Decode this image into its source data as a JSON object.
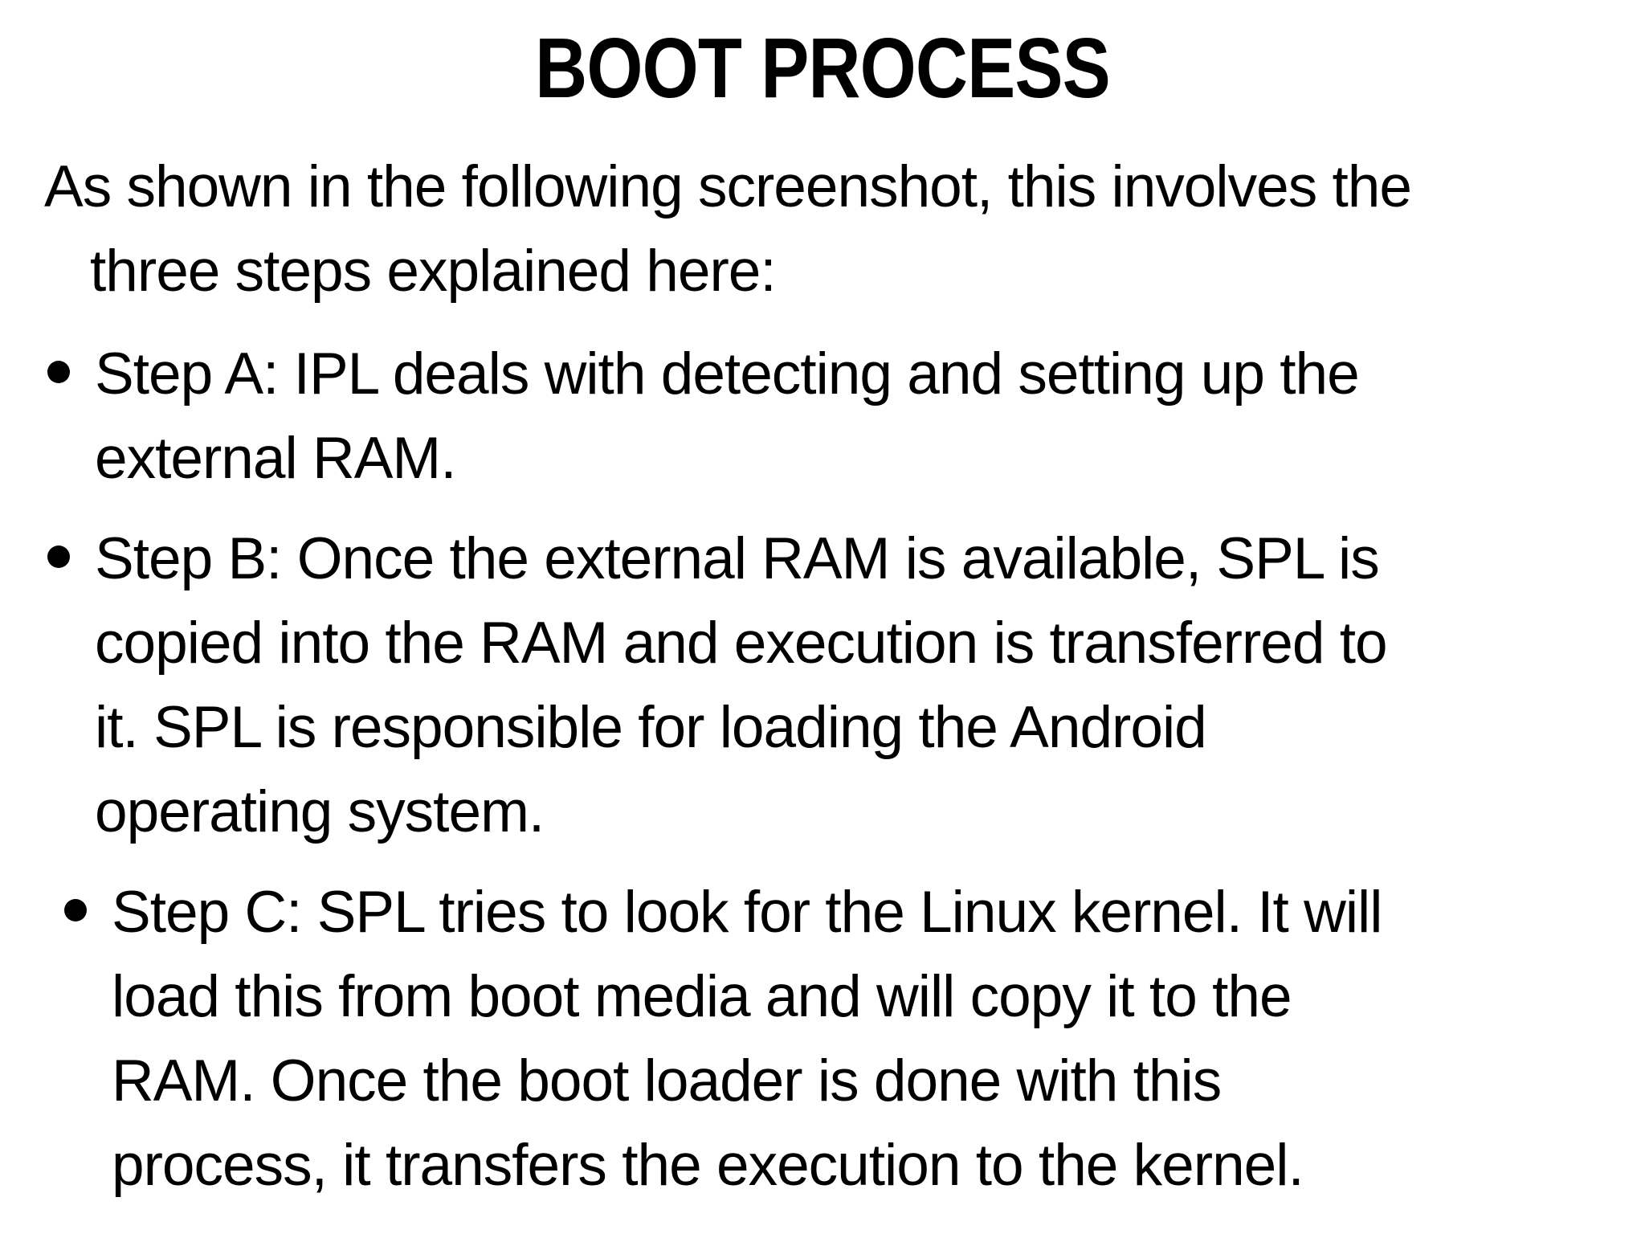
{
  "colors": {
    "background": "#ffffff",
    "text": "#000000"
  },
  "slide": {
    "title": "BOOT PROCESS",
    "intro": {
      "lines": [
        "As shown in the following screenshot, this involves the",
        "three steps explained here:"
      ]
    },
    "bullets": [
      {
        "marker": "•",
        "lines": [
          "Step A: IPL deals with detecting and setting up the",
          "external RAM."
        ]
      },
      {
        "marker": "•",
        "lines": [
          "Step B: Once the external RAM is available, SPL is",
          "copied into the RAM and execution is transferred to",
          "it. SPL is responsible for loading the Android",
          "operating system."
        ]
      },
      {
        "marker": "•",
        "lines": [
          "Step C: SPL tries to look for the Linux kernel. It will",
          "load this from boot media and will copy it to the",
          "RAM. Once the boot loader is done with this",
          "process, it transfers the execution to the kernel."
        ]
      }
    ]
  }
}
